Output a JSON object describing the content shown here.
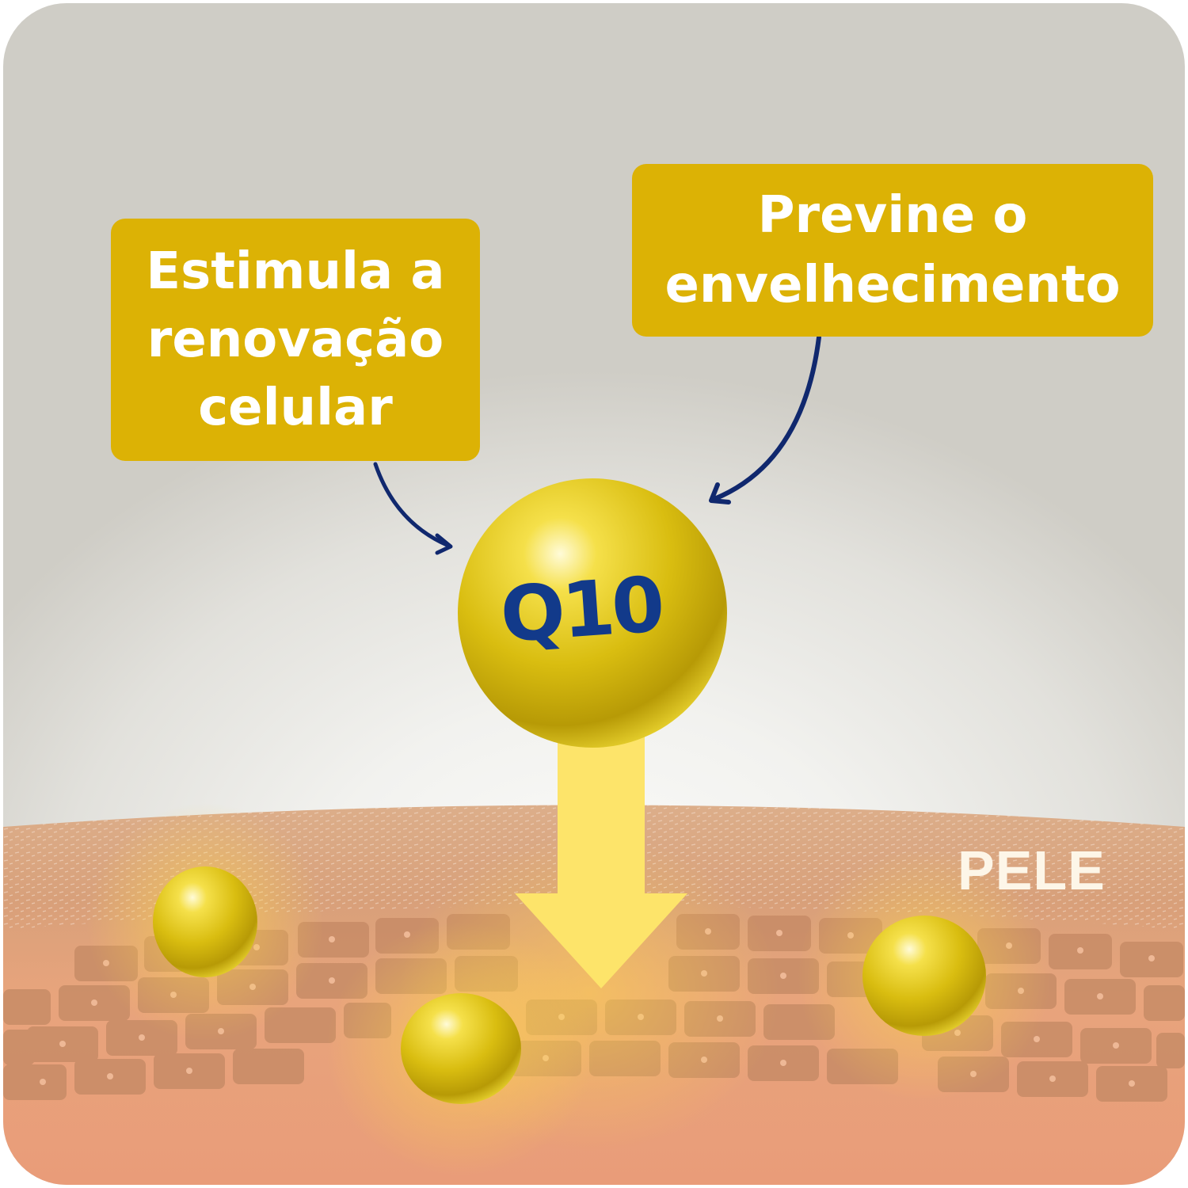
{
  "callouts": {
    "left": {
      "lines": [
        "Estimula a",
        "renovação",
        "celular"
      ],
      "background": "#dcb205",
      "text_color": "#ffffff"
    },
    "right": {
      "lines": [
        "Previne o",
        "envelhecimento"
      ],
      "background": "#dcb205",
      "text_color": "#ffffff"
    }
  },
  "molecule": {
    "label": "Q10",
    "label_color": "#123a8a",
    "sphere_color": "#e0c21a"
  },
  "skin": {
    "label": "PELE",
    "label_color": "#fdf6e8",
    "surface_color": "#d9a37a",
    "cell_color": "#c98d68",
    "deep_color": "#e89e78"
  },
  "arrows": {
    "curved_color": "#10286e",
    "down_arrow_color": "#fde46a"
  },
  "icons": {
    "curved-arrow-left": "curved arrow pointing to Q10",
    "curved-arrow-right": "curved arrow pointing to Q10",
    "down-arrow": "large arrow pointing into skin",
    "q10-sphere": "golden Q10 molecule",
    "small-spheres": 3
  }
}
